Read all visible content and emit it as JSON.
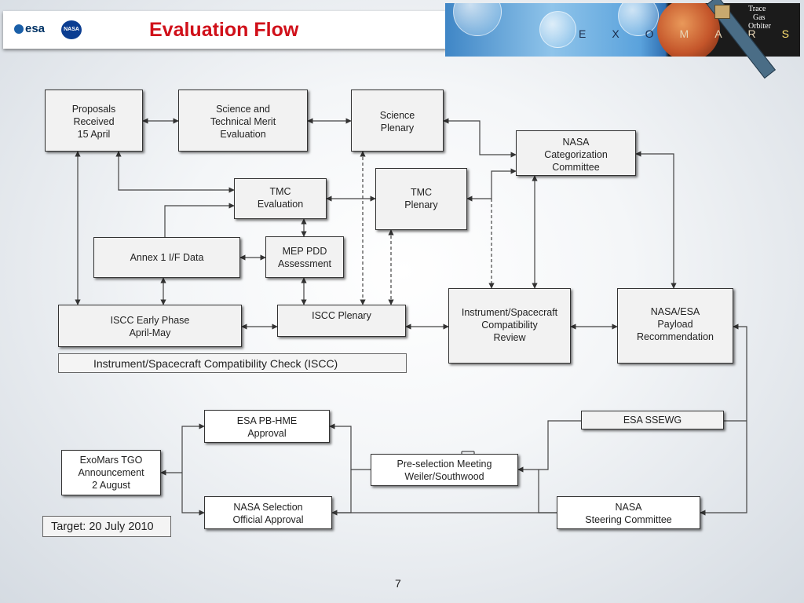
{
  "header": {
    "title": "Evaluation Flow",
    "esa_logo": "esa",
    "nasa_logo": "NASA"
  },
  "banner": {
    "letters": [
      "E",
      "X",
      "O",
      "M",
      "A",
      "R",
      "S"
    ],
    "tgo_lines": [
      "Trace",
      "Gas",
      "Orbiter"
    ]
  },
  "boxes": {
    "proposals": "Proposals\nReceived\n15 April",
    "science_tech": "Science and\nTechnical Merit\nEvaluation",
    "science_plenary": "Science\nPlenary",
    "nasa_categorization": "NASA\nCategorization\nCommittee",
    "tmc_evaluation": "TMC\nEvaluation",
    "tmc_plenary": "TMC\nPlenary",
    "annex": "Annex 1 I/F Data",
    "mep_pdd": "MEP PDD\nAssessment",
    "iscc_early": "ISCC Early Phase\nApril-May",
    "iscc_plenary": "ISCC Plenary",
    "compat_review": "Instrument/Spacecraft\nCompatibility\nReview",
    "payload_rec": "NASA/ESA\nPayload\nRecommendation",
    "esa_pb": "ESA PB-HME\nApproval",
    "exomars_ann": "ExoMars TGO\nAnnouncement\n2 August",
    "nasa_selection": "NASA Selection\nOfficial Approval",
    "preselection": "Pre-selection Meeting\nWeiler/Southwood",
    "esa_ssewg": "ESA SSEWG",
    "nasa_steering": "NASA\nSteering Committee"
  },
  "iscc_label": "Instrument/Spacecraft Compatibility Check (ISCC)",
  "target_label": "Target: 20 July 2010",
  "page_number": "7"
}
